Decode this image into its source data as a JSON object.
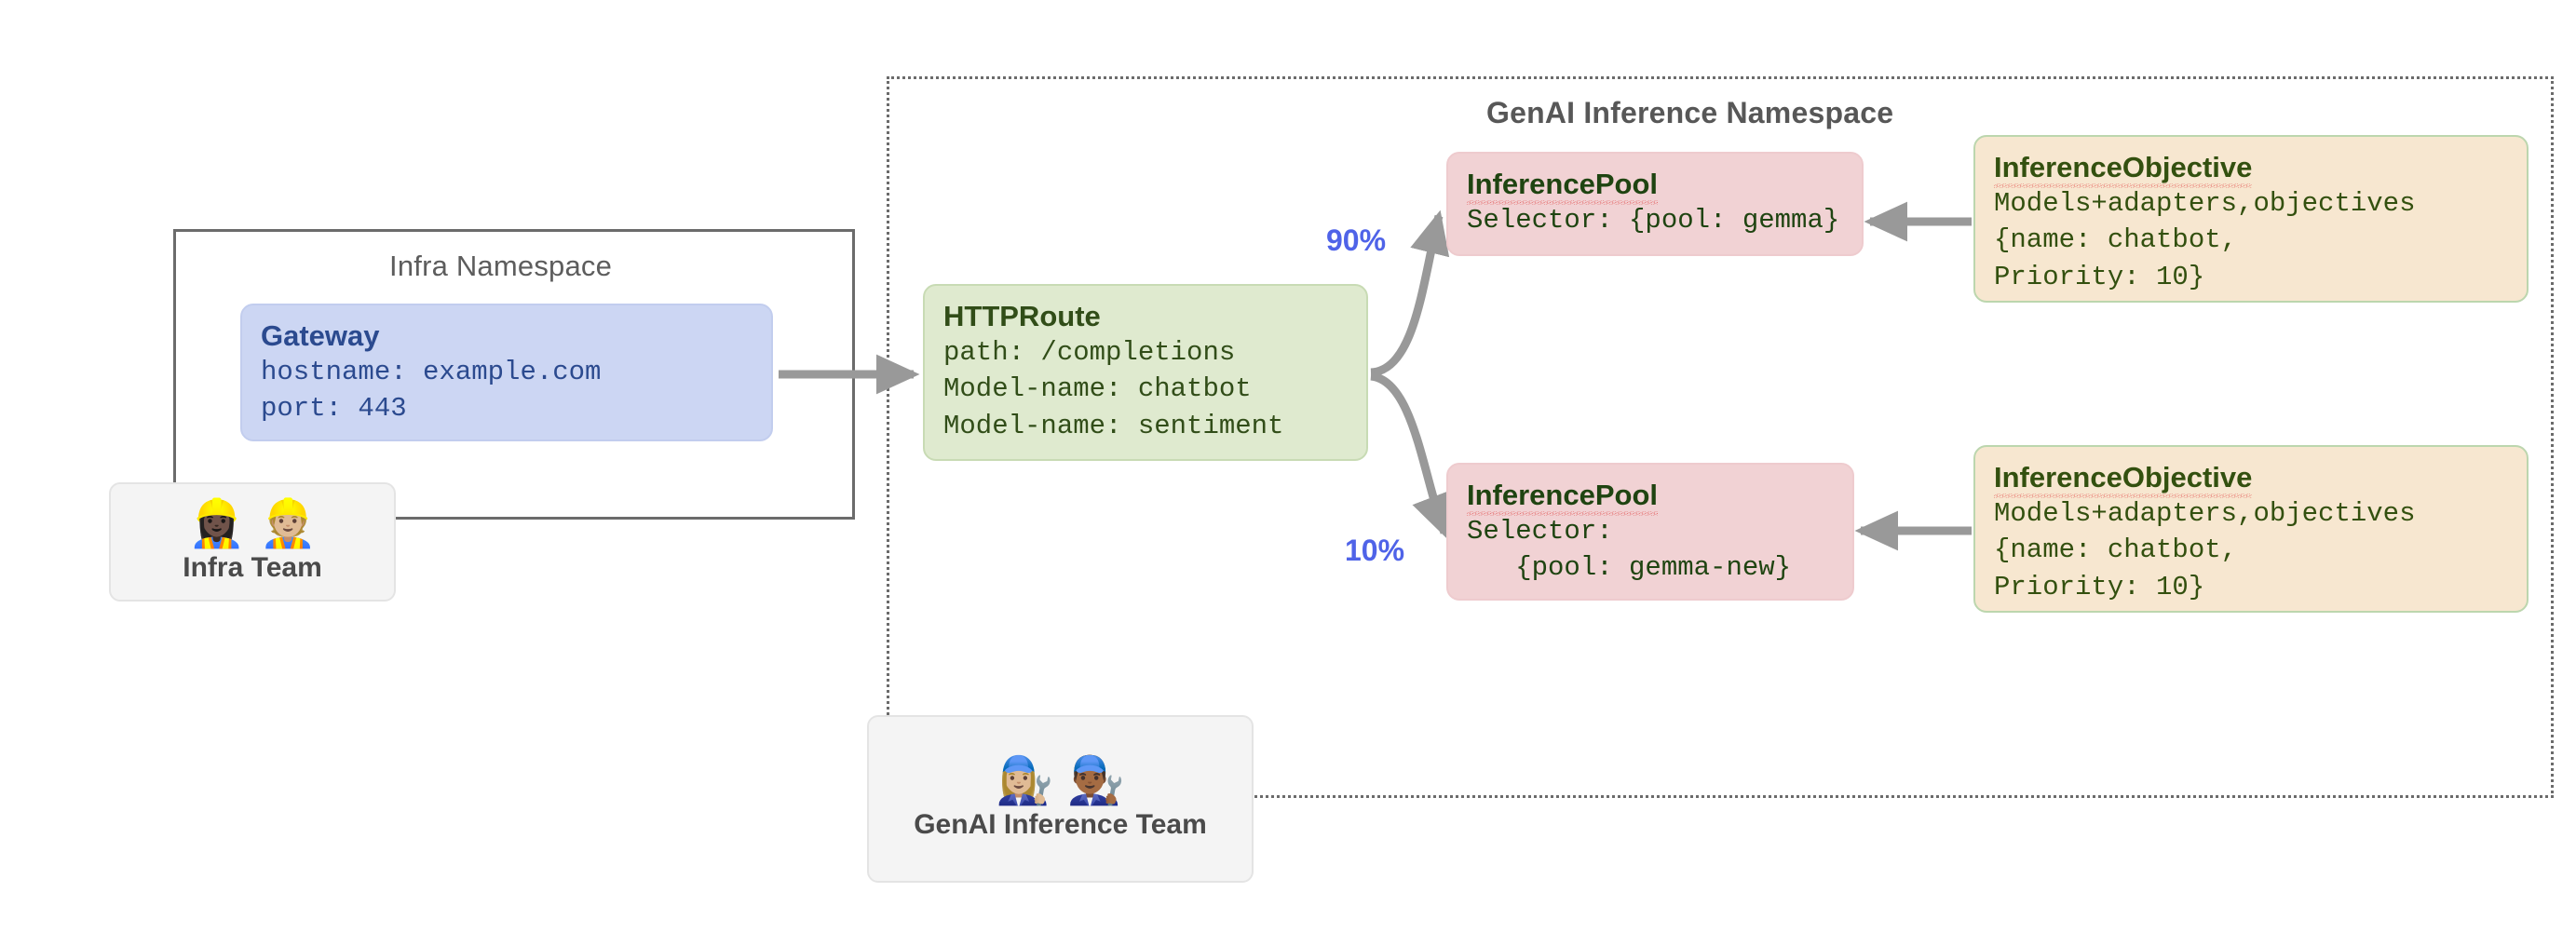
{
  "diagram": {
    "title": "Gateway API Inference Extension routing diagram",
    "colors": {
      "gateway_bg": "#ccd6f3",
      "gateway_text": "#2b4a8f",
      "httproute_bg": "#dfeacf",
      "httproute_text": "#314d18",
      "inferencepool_bg": "#f1d2d4",
      "inferencepool_text": "#1f4411",
      "inferenceobjective_bg": "#f7e7d0",
      "inferenceobjective_text": "#33500f",
      "team_bg": "#f4f4f4",
      "percent_label": "#4f63e8",
      "arrow": "#999999",
      "namespace_border": "#6b6b6b",
      "spellcheck_underline": "#e04343"
    }
  },
  "namespaces": {
    "infra": {
      "title": "Infra Namespace",
      "border_style": "solid"
    },
    "genai": {
      "title": "GenAI Inference Namespace",
      "border_style": "dotted"
    }
  },
  "gateway": {
    "title": "Gateway",
    "lines": [
      "hostname: example.com",
      "port: 443"
    ]
  },
  "httproute": {
    "title": "HTTPRoute",
    "lines": [
      "path: /completions",
      "Model-name: chatbot",
      "Model-name: sentiment"
    ]
  },
  "inference_pools": [
    {
      "title": "InferencePool",
      "lines": [
        "Selector: {pool: gemma}"
      ],
      "weight_label": "90%"
    },
    {
      "title": "InferencePool",
      "lines": [
        "Selector:",
        "   {pool: gemma-new}"
      ],
      "weight_label": "10%"
    }
  ],
  "inference_objectives": [
    {
      "title": "InferenceObjective",
      "lines": [
        "Models+adapters,objectives",
        "{name: chatbot,",
        "Priority: 10}"
      ]
    },
    {
      "title": "InferenceObjective",
      "lines": [
        "Models+adapters,objectives",
        "{name: chatbot,",
        "Priority: 10}"
      ]
    }
  ],
  "teams": [
    {
      "label": "Infra Team",
      "emojis": "👷🏿‍♀️👷🏼"
    },
    {
      "label": "GenAI Inference Team",
      "emojis": "👩🏼‍🔧👨🏾‍🔧"
    }
  ],
  "arrows": [
    {
      "name": "gateway-to-httproute",
      "from": "Gateway",
      "to": "HTTPRoute",
      "direction": "right"
    },
    {
      "name": "httproute-to-pool-gemma",
      "from": "HTTPRoute",
      "to": "InferencePool (gemma)",
      "direction": "up-right",
      "label": "90%"
    },
    {
      "name": "httproute-to-pool-gemma-new",
      "from": "HTTPRoute",
      "to": "InferencePool (gemma-new)",
      "direction": "down-right",
      "label": "10%"
    },
    {
      "name": "objective-to-pool-1",
      "from": "InferenceObjective",
      "to": "InferencePool (gemma)",
      "direction": "left"
    },
    {
      "name": "objective-to-pool-2",
      "from": "InferenceObjective",
      "to": "InferencePool (gemma-new)",
      "direction": "left"
    }
  ]
}
